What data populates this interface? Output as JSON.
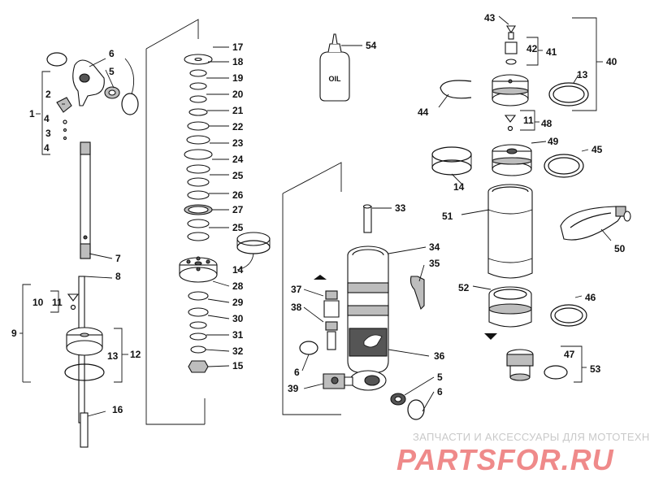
{
  "callouts": [
    "1",
    "2",
    "3",
    "4",
    "4",
    "5",
    "6",
    "7",
    "8",
    "9",
    "10",
    "11",
    "12",
    "13",
    "16",
    "17",
    "18",
    "19",
    "20",
    "21",
    "22",
    "23",
    "24",
    "25",
    "26",
    "27",
    "25",
    "14",
    "28",
    "29",
    "30",
    "31",
    "32",
    "15",
    "33",
    "34",
    "35",
    "36",
    "37",
    "38",
    "6",
    "39",
    "5",
    "6",
    "54",
    "43",
    "42",
    "41",
    "40",
    "13",
    "44",
    "11",
    "48",
    "49",
    "45",
    "14",
    "51",
    "50",
    "52",
    "46",
    "47",
    "53"
  ],
  "oil_bottle_label": "OIL",
  "watermark": {
    "tagline": "ЗАПЧАСТИ И АКСЕССУАРЫ ДЛЯ МОТОТЕХНИКИ",
    "logo": "PARTSFOR.RU"
  }
}
